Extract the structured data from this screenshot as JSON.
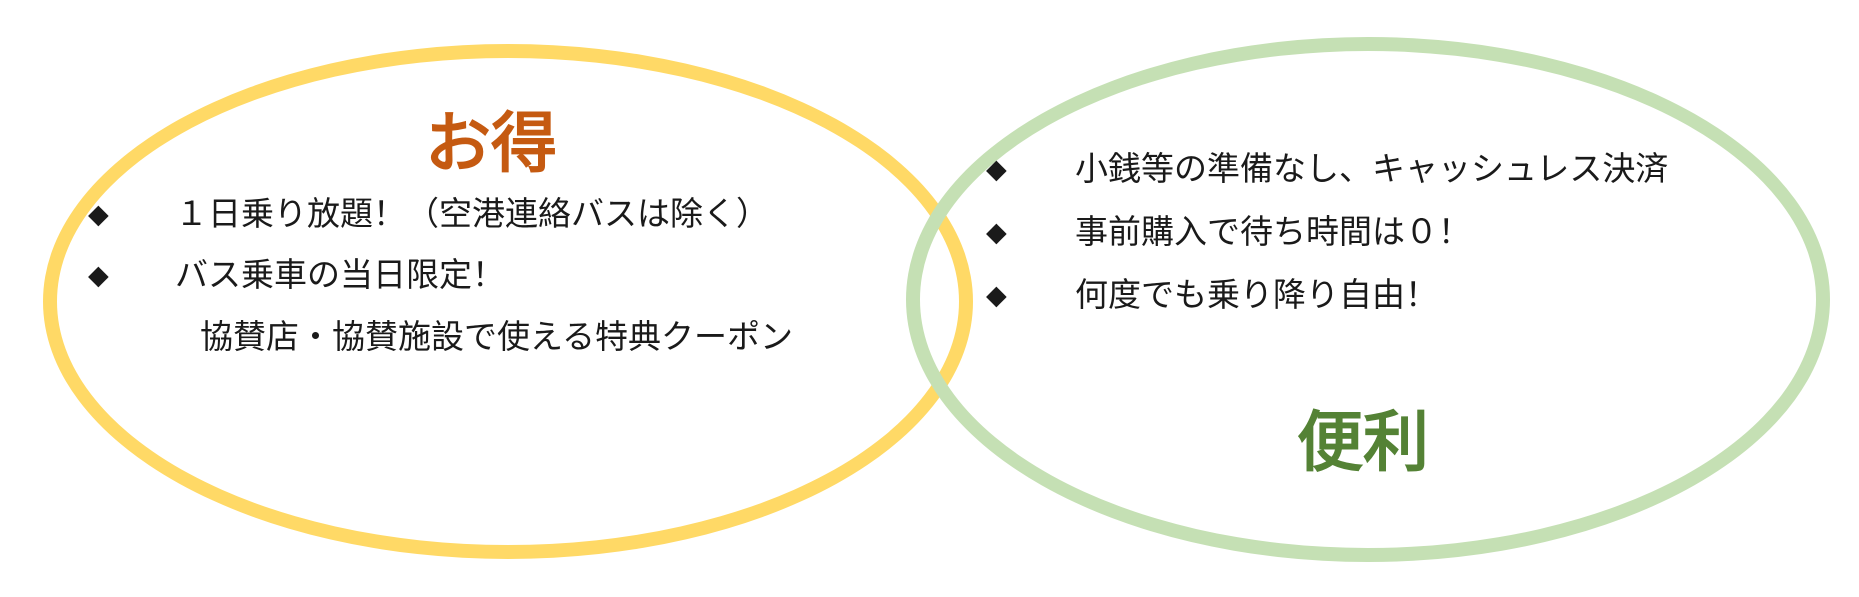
{
  "colors": {
    "left_ellipse_border": "#ffd966",
    "left_title": "#c55a11",
    "right_ellipse_border": "#c5e0b4",
    "right_title": "#548235",
    "text": "#1a1a1a"
  },
  "left": {
    "title": "お得",
    "items": [
      {
        "bullet": "◆",
        "text": "１日乗り放題！（空港連絡バスは除く）"
      },
      {
        "bullet": "◆",
        "text": "バス乗車の当日限定！"
      },
      {
        "bullet": "",
        "text": "協賛店・協賛施設で使える特典クーポン"
      }
    ]
  },
  "right": {
    "title": "便利",
    "items": [
      {
        "bullet": "◆",
        "text": "小銭等の準備なし、キャッシュレス決済"
      },
      {
        "bullet": "◆",
        "text": "事前購入で待ち時間は０！"
      },
      {
        "bullet": "◆",
        "text": "何度でも乗り降り自由！"
      }
    ]
  }
}
